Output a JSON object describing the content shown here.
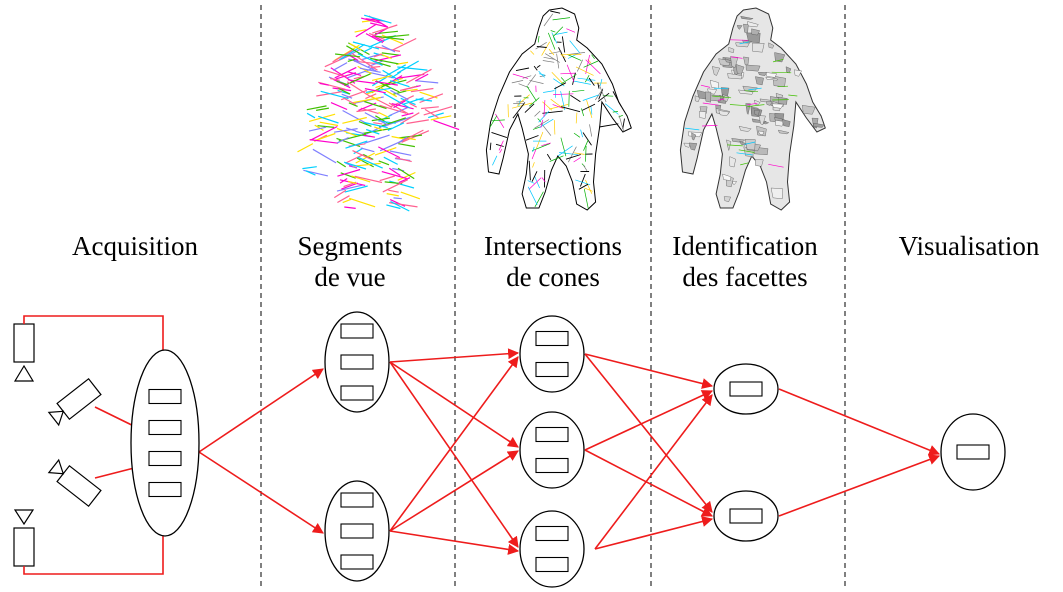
{
  "stages": [
    {
      "line1": "Acquisition",
      "line2": ""
    },
    {
      "line1": "Segments",
      "line2": "de vue"
    },
    {
      "line1": "Intersections",
      "line2": "de cones"
    },
    {
      "line1": "Identification",
      "line2": "des facettes"
    },
    {
      "line1": "Visualisation",
      "line2": ""
    }
  ],
  "thumbnails": [
    {
      "name": "view-segments-model",
      "style": "colored-segments"
    },
    {
      "name": "cone-intersections-model",
      "style": "wireframe-mesh"
    },
    {
      "name": "identified-facets-model",
      "style": "shaded-mesh"
    }
  ],
  "colors": {
    "arrow": "#ee1c1c",
    "outline": "#000000",
    "separator": "#000000",
    "segment_palette": [
      "#ff00cc",
      "#00d0ff",
      "#ffe000",
      "#40c000",
      "#ff6090",
      "#8080ff"
    ]
  },
  "icons": [
    "camera-icon"
  ]
}
